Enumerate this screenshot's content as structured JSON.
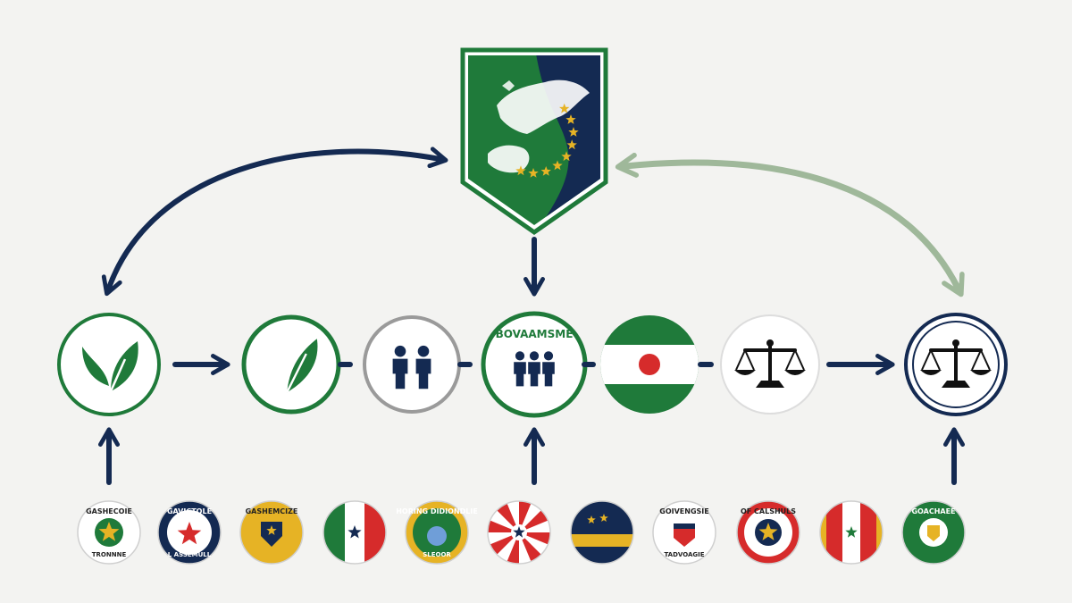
{
  "colors": {
    "navy": "#142a52",
    "green": "#1f7a3a",
    "sage": "#9fb89a",
    "red": "#d62b2b",
    "gold": "#e6b325",
    "grey": "#9a9a9a",
    "white": "#ffffff"
  },
  "emblem": {
    "icon": "europe-map-shield-icon",
    "stars": 9
  },
  "main_nodes": [
    {
      "id": "leaf-1",
      "icon": "leaf-icon",
      "label": ""
    },
    {
      "id": "leaf-2",
      "icon": "leaf-icon",
      "label": ""
    },
    {
      "id": "people-2",
      "icon": "people-icon",
      "label": ""
    },
    {
      "id": "people-3",
      "icon": "people-icon",
      "label": "BOVAAMSME"
    },
    {
      "id": "flag-red-dot",
      "icon": "flag-icon",
      "label": ""
    },
    {
      "id": "scales-1",
      "icon": "scales-icon",
      "label": ""
    },
    {
      "id": "scales-2",
      "icon": "scales-icon",
      "label": ""
    }
  ],
  "badges": [
    {
      "icon": "green-star-seal-icon",
      "top": "GASHECOIE",
      "bottom": "TRONNNE"
    },
    {
      "icon": "red-star-blue-badge-icon",
      "top": "GAVICTOLE",
      "bottom": "L ASSEMULL"
    },
    {
      "icon": "gold-shield-badge-icon",
      "top": "GASHEMCIZE",
      "bottom": ""
    },
    {
      "icon": "tricolor-star-flag-icon",
      "top": "",
      "bottom": ""
    },
    {
      "icon": "green-crest-badge-icon",
      "top": "HORING DIDIONDLIE",
      "bottom": "SLEOOR"
    },
    {
      "icon": "red-white-sunburst-icon",
      "top": "",
      "bottom": ""
    },
    {
      "icon": "blue-gold-star-flag-icon",
      "top": "",
      "bottom": ""
    },
    {
      "icon": "crest-seal-icon",
      "top": "GOIVENGSIE",
      "bottom": "TADVOAGIE"
    },
    {
      "icon": "red-star-seal-icon",
      "top": "OF CALSHULS",
      "bottom": ""
    },
    {
      "icon": "tricolor-star-badge-icon",
      "top": "",
      "bottom": ""
    },
    {
      "icon": "green-crest-seal-icon",
      "top": "GOACHAEE",
      "bottom": ""
    }
  ]
}
